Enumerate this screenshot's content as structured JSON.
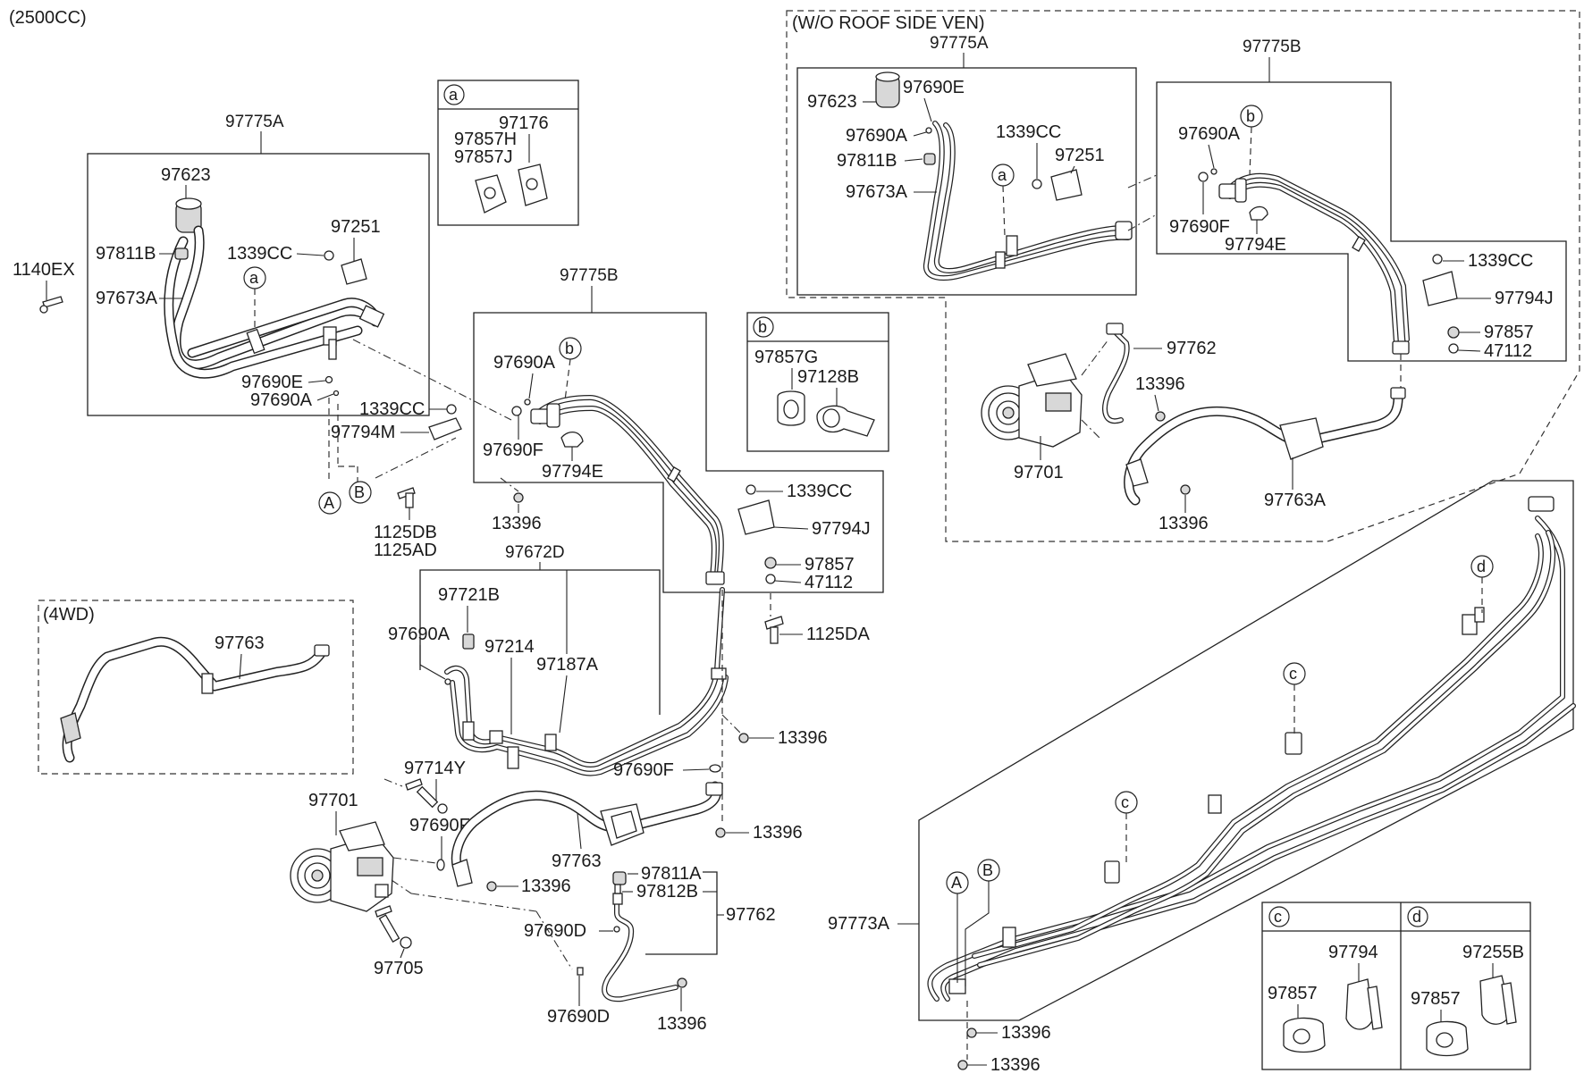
{
  "header": {
    "engine": "(2500CC)"
  },
  "boxes": {
    "left_97775A": "97775A",
    "mid_97775B": "97775B",
    "mid_97672D": "97672D",
    "inset_a": "a",
    "inset_b": "b",
    "inset_4wd": "(4WD)",
    "wo_roof": "(W/O ROOF SIDE VEN)",
    "wo_97775A": "97775A",
    "wo_97775B": "97775B",
    "inset_c": "c",
    "inset_d": "d"
  },
  "parts": {
    "p1140EX": "1140EX",
    "p97623_l": "97623",
    "p97811B_l": "97811B",
    "p97673A_l": "97673A",
    "p1339CC_l1": "1339CC",
    "p97251_l": "97251",
    "p97690E_l": "97690E",
    "p97690A_l": "97690A",
    "p1339CC_l2": "1339CC",
    "p97794M": "97794M",
    "p1125DB": "1125DB",
    "p1125AD": "1125AD",
    "pA_l": "A",
    "pB_l": "B",
    "p97176": "97176",
    "p97857H": "97857H",
    "p97857J": "97857J",
    "p97690A_m": "97690A",
    "p97690F_m": "97690F",
    "p97794E_m": "97794E",
    "p13396_m1": "13396",
    "p1339CC_m": "1339CC",
    "p97794J_m": "97794J",
    "p97857_m": "97857",
    "p47112_m": "47112",
    "p1125DA": "1125DA",
    "p97857G": "97857G",
    "p97128B": "97128B",
    "p97721B": "97721B",
    "p97690A_c": "97690A",
    "p97214": "97214",
    "p97187A": "97187A",
    "p13396_m2": "13396",
    "p97690F_c": "97690F",
    "p97763_4wd": "97763",
    "p97714Y": "97714Y",
    "p97701_l": "97701",
    "p97690F_l": "97690F",
    "p97763_c": "97763",
    "p13396_c1": "13396",
    "p13396_c2": "13396",
    "p97811A": "97811A",
    "p97812B": "97812B",
    "p97762_c": "97762",
    "p97690D_1": "97690D",
    "p97690D_2": "97690D",
    "p13396_c3": "13396",
    "p97705": "97705",
    "w97623": "97623",
    "w97690E": "97690E",
    "w97690A": "97690A",
    "w97811B": "97811B",
    "w97673A": "97673A",
    "w1339CC": "1339CC",
    "w97251": "97251",
    "w97690A_b": "97690A",
    "w97690F": "97690F",
    "w97794E": "97794E",
    "w1339CC_b": "1339CC",
    "w97794J": "97794J",
    "w97857": "97857",
    "w47112": "47112",
    "w97762": "97762",
    "w13396_1": "13396",
    "w97701": "97701",
    "w13396_2": "13396",
    "w97763A": "97763A",
    "r97773A": "97773A",
    "r13396_1": "13396",
    "r13396_2": "13396",
    "rA": "A",
    "rB": "B",
    "rc1": "c",
    "rc2": "c",
    "rd": "d",
    "c97794": "97794",
    "c97857": "97857",
    "d97255B": "97255B",
    "d97857": "97857"
  },
  "callouts": {
    "a_left": "a",
    "b_mid": "b",
    "a_wo": "a",
    "b_wo": "b"
  }
}
